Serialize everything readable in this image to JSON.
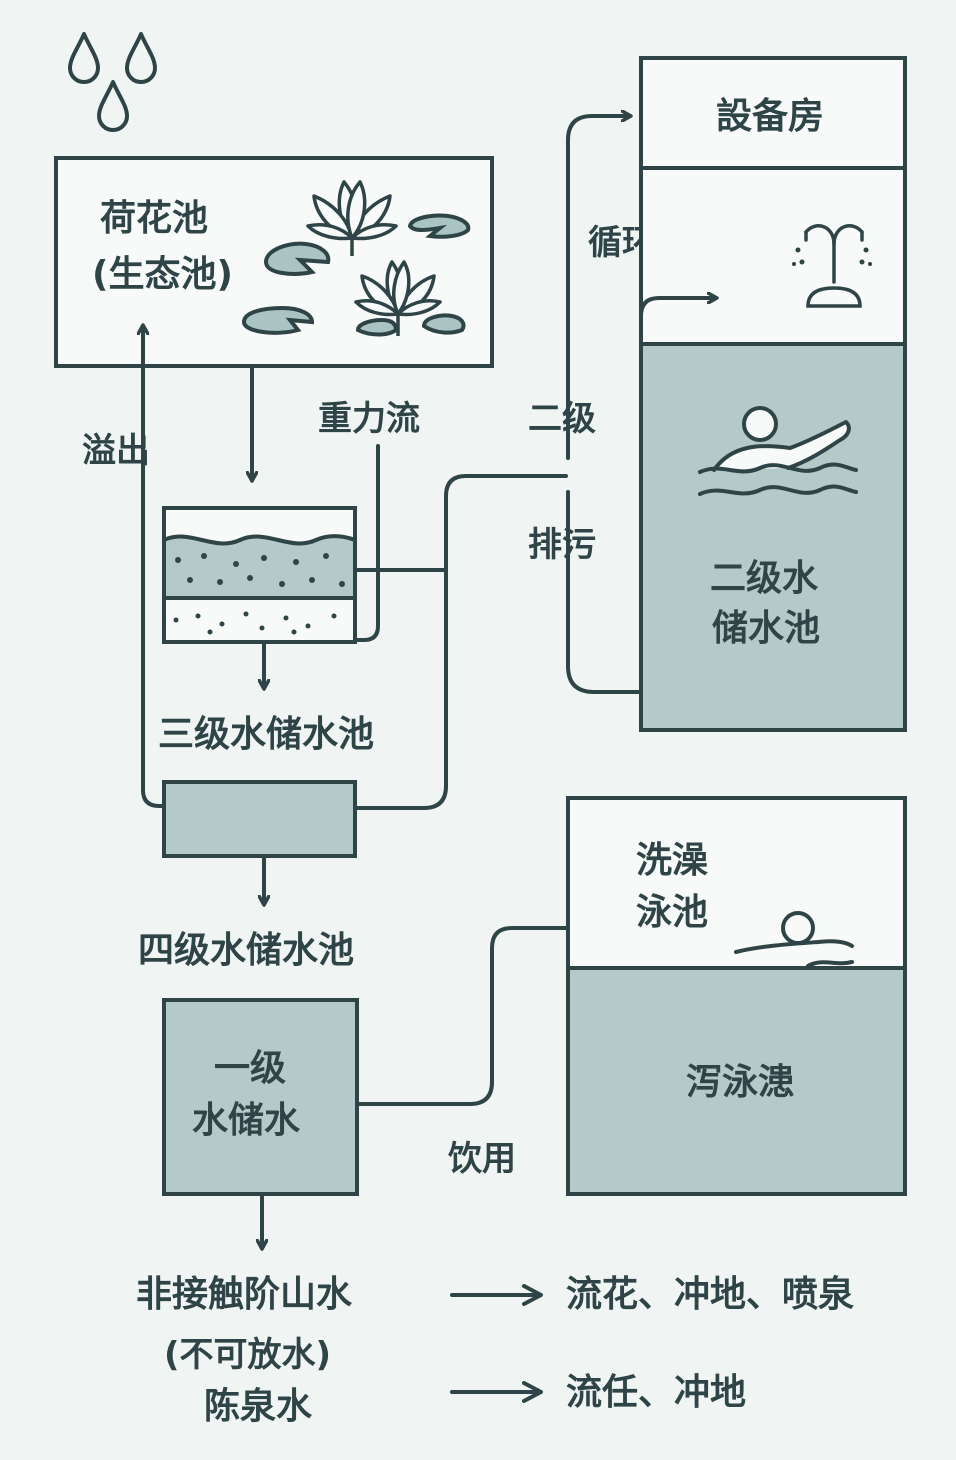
{
  "colors": {
    "background": "#f0f5f4",
    "line": "#2f4447",
    "water_fill": "#b3cac8",
    "box_fill": "#f7faf9"
  },
  "nodes": {
    "lotus_pond": {
      "line1": "荷花池",
      "line2": "(生态池)"
    },
    "equipment_room": "設备房",
    "level2_pool": {
      "line1": "二级水",
      "line2": "储水池"
    },
    "level3_pool": "三级水储水池",
    "level4_pool": "四级水储水池",
    "level1_storage": {
      "line1": "一级",
      "line2": "水储水"
    },
    "wash_pool": {
      "line1": "洗澡",
      "line2": "泳池"
    },
    "swim_pool": "泻泳漶"
  },
  "flows": {
    "overflow": "溢出",
    "gravity": "重力流",
    "circulate": "循环",
    "level2": "二级",
    "drain": "排污",
    "drinking": "饮用"
  },
  "bottom": {
    "line1": "非接触阶山水",
    "line2": "(不可放水)",
    "line3": "陈泉水",
    "use1": "流花、冲地、喷泉",
    "use2": "流任、冲地"
  },
  "icons": [
    "raindrop-icon",
    "lotus-icon",
    "lily-pad-icon",
    "fountain-icon",
    "swimmer-icon",
    "filter-layer-icon",
    "arrow-icon"
  ]
}
